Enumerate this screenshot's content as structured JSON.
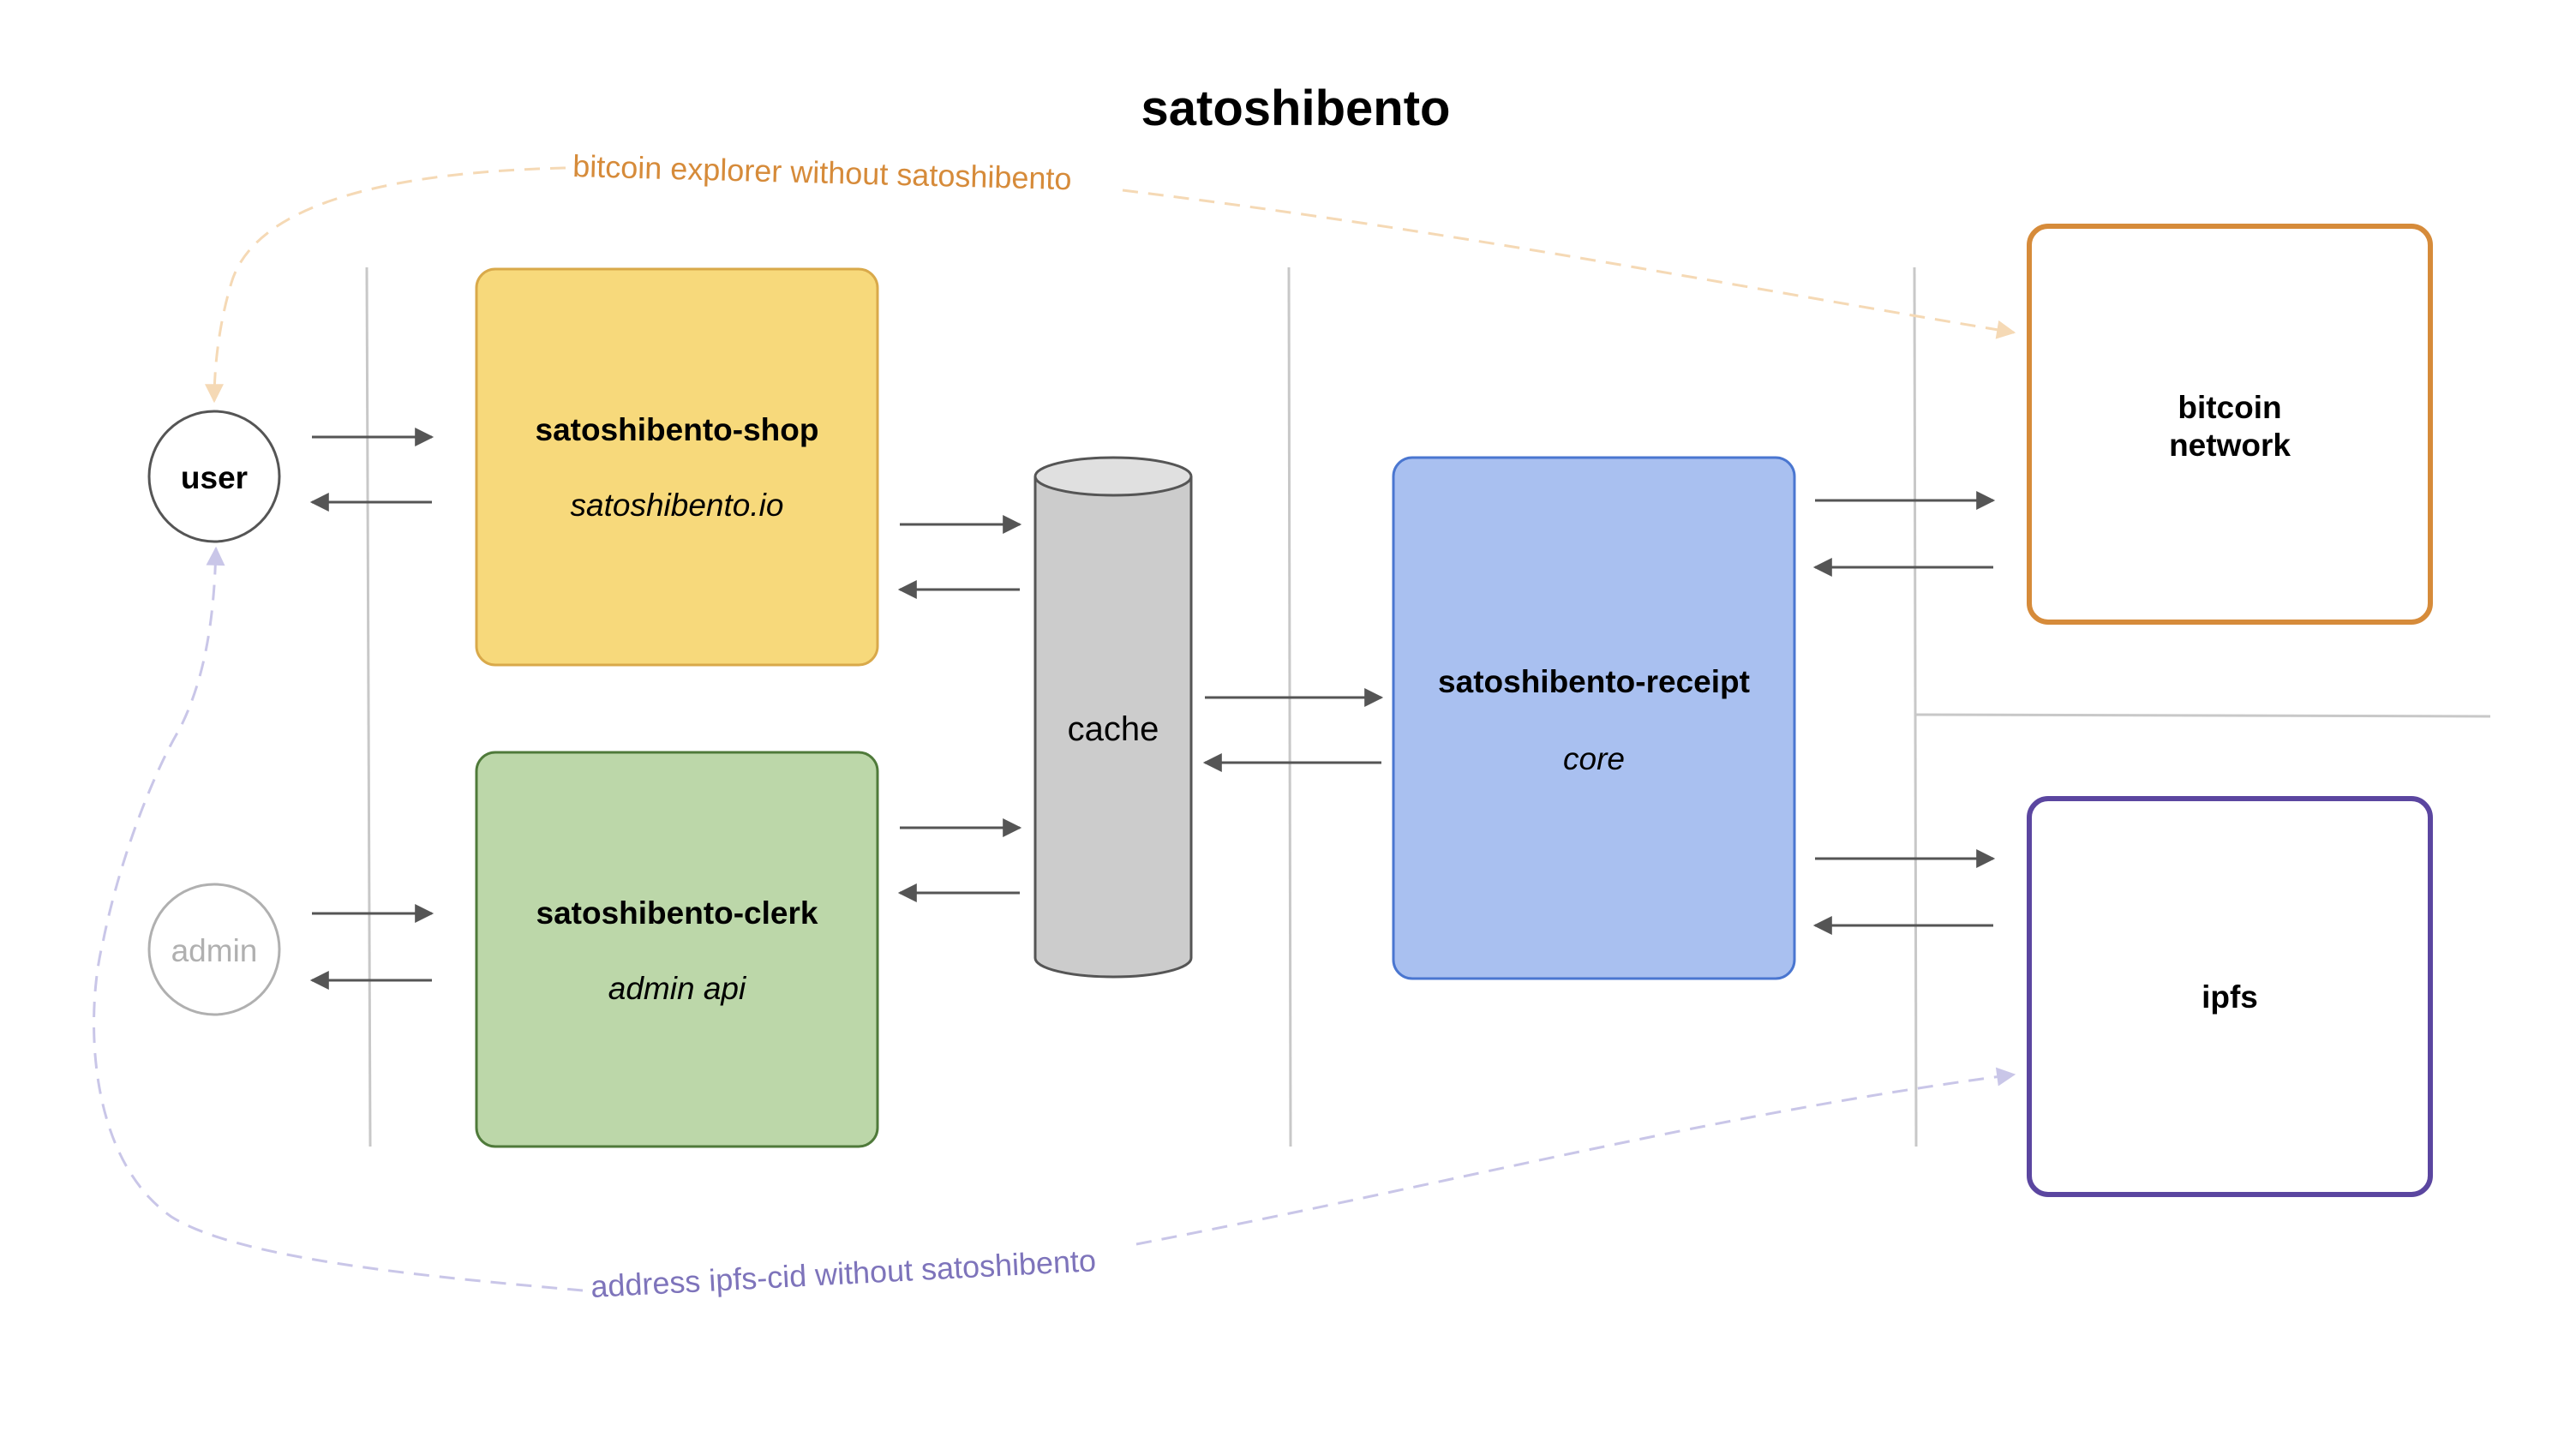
{
  "title": "satoshibento",
  "nodes": {
    "user": {
      "label": "user"
    },
    "admin": {
      "label": "admin"
    },
    "shop": {
      "name": "satoshibento-shop",
      "subtitle": "satoshibento.io",
      "fill": "#f7d97b",
      "stroke": "#d9a94a"
    },
    "clerk": {
      "name": "satoshibento-clerk",
      "subtitle": "admin api",
      "fill": "#bcd7a9",
      "stroke": "#4f7a3a"
    },
    "cache": {
      "label": "cache",
      "fill": "#cccccc",
      "stroke": "#555555"
    },
    "receipt": {
      "name": "satoshibento-receipt",
      "subtitle": "core",
      "fill": "#a9c0f0",
      "stroke": "#4a76d0"
    },
    "bitcoin": {
      "line1": "bitcoin",
      "line2": "network",
      "stroke": "#d68b3a"
    },
    "ipfs": {
      "label": "ipfs",
      "stroke": "#5b46a0"
    }
  },
  "edges": {
    "bitcoin_explorer": {
      "label": "bitcoin explorer without satoshibento",
      "color": "#f5d9b5"
    },
    "ipfs_cid": {
      "label": "address ipfs-cid without satoshibento",
      "color": "#c9c6e8"
    }
  }
}
